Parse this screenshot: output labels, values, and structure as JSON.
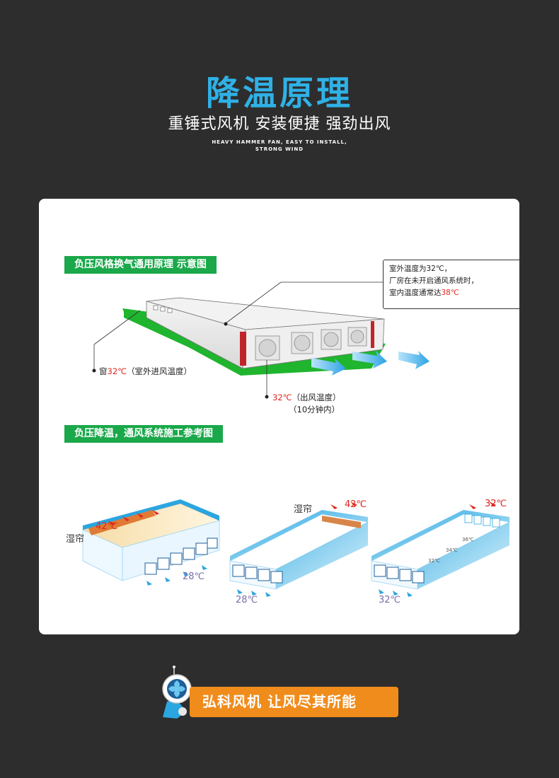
{
  "header": {
    "title": "降温原理",
    "subtitle": "重锤式风机 安装便捷 强劲出风",
    "subtitle_en_line1": "HEAVY HAMMER FAN, EASY TO INSTALL,",
    "subtitle_en_line2": "STRONG WIND"
  },
  "section1": {
    "tag": "负压风格换气通用原理 示意图",
    "callout_line1": "室外温度为32℃，",
    "callout_line2": "厂房在未开启通风系统时，",
    "callout_line3_prefix": "室内温度通常达",
    "callout_line3_temp": "38℃",
    "window_label_prefix": "窗",
    "window_label_temp": "32℃",
    "window_label_suffix": "（室外进风温度）",
    "outlet_label_temp": "32℃",
    "outlet_label_suffix": "（出风温度）",
    "outlet_label_line2": "（10分钟内）"
  },
  "section2": {
    "tag": "负压降温，通风系统施工参考图",
    "d1_curtain": "湿帘",
    "d1_in_temp": "42℃",
    "d1_out_temp": "28℃",
    "d2_curtain": "湿帘",
    "d2_in_temp": "42℃",
    "d2_out_temp": "28℃",
    "d3_in_temp": "32℃",
    "d3_out_temp": "32℃",
    "d3_inner1": "32℃",
    "d3_inner2": "34℃",
    "d3_inner3": "36℃"
  },
  "footer": {
    "slogan": "弘科风机  让风尽其所能"
  },
  "colors": {
    "background": "#2d2d2d",
    "title_blue": "#2fb1e6",
    "tag_green": "#1aa84a",
    "temp_red": "#e0261c",
    "footer_orange": "#f08c1c"
  }
}
